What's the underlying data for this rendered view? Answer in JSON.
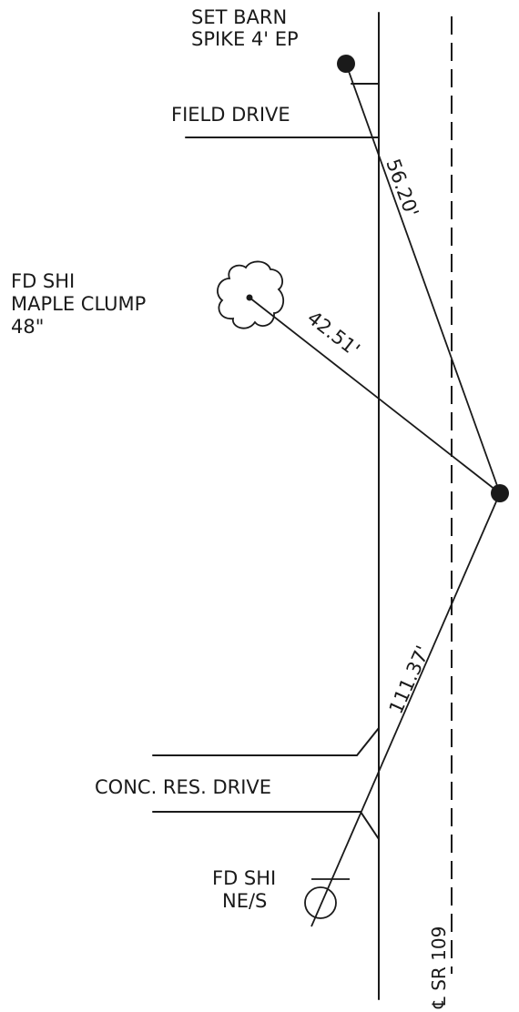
{
  "labels": {
    "barn_spike": [
      "SET BARN",
      "SPIKE 4' EP"
    ],
    "field_drive": "FIELD DRIVE",
    "maple": [
      "FD SHI",
      "MAPLE CLUMP",
      "48\""
    ],
    "conc_drive": "CONC. RES. DRIVE",
    "fd_shi_nes": [
      "FD SHI",
      "NE/S"
    ],
    "centerline": "℄ SR 109"
  },
  "distances": {
    "to_barn_spike": "56.20'",
    "to_maple": "42.51'",
    "to_fd_shi": "111.37'"
  }
}
